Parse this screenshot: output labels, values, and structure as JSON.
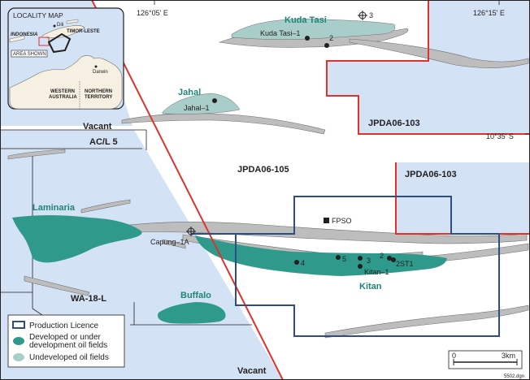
{
  "colors": {
    "offshore_blue": "#d3e2f4",
    "developed_field": "#2f9a8b",
    "undeveloped_field": "#a9cec9",
    "structure_gray": "#bdbdbd",
    "boundary_red": "#e0312b",
    "licence_blue": "#2e4d86",
    "field_label": "#1f8577"
  },
  "locality_map": {
    "title": "LOCALITY MAP",
    "indonesia": "INDONESIA",
    "dili": "Dili",
    "timor_leste": "TIMOR-LESTE",
    "area_shown": "AREA SHOWN",
    "darwin": "Darwin",
    "western_australia": [
      "WESTERN",
      "AUSTRALIA"
    ],
    "northern_territory": [
      "NORTHERN",
      "TERRITORY"
    ]
  },
  "coordinates": {
    "lon_west": "126°05' E",
    "lon_east": "126°15' E",
    "lat": "10°35' S"
  },
  "blocks": {
    "jpda_105": "JPDA06-105",
    "jpda_103_north": "JPDA06-103",
    "jpda_103_south": "JPDA06-103",
    "acl5": "AC/L 5",
    "wa18l": "WA-18-L",
    "vacant_north": "Vacant",
    "vacant_south": "Vacant"
  },
  "fields": {
    "kuda_tasi": "Kuda Tasi",
    "jahal": "Jahal",
    "laminaria": "Laminaria",
    "buffalo": "Buffalo",
    "kitan": "Kitan"
  },
  "wells": {
    "kuda_tasi_1": "Kuda Tasi–1",
    "kuda_tasi_2": "2",
    "kuda_tasi_3": "3",
    "jahal_1": "Jahal–1",
    "capung_1a": "Capung–1A",
    "kitan_1": "Kitan–1",
    "kitan_2": "2",
    "kitan_2st1": "2ST1",
    "kitan_3": "3",
    "kitan_4": "4",
    "kitan_5": "5",
    "fpso": "FPSO"
  },
  "legend": {
    "production_licence": "Production Licence",
    "developed": [
      "Developed or under",
      "development oil fields"
    ],
    "undeveloped": "Undeveloped oil fields"
  },
  "scale_bar": {
    "start": "0",
    "end": "3km"
  },
  "figure_ref": "5502.dgn"
}
